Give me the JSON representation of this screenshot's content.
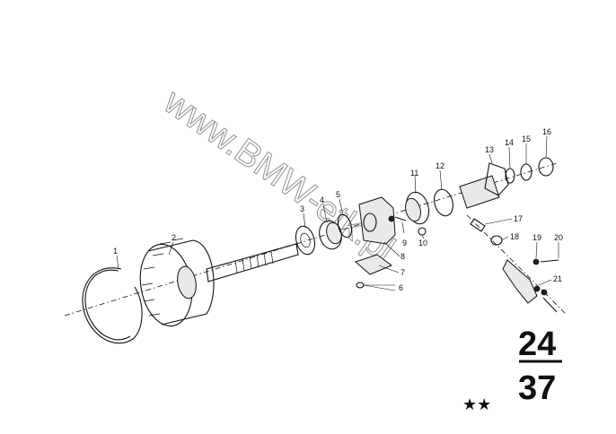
{
  "callouts": [
    "1",
    "2",
    "3",
    "4",
    "5",
    "6",
    "7",
    "8",
    "9",
    "10",
    "11",
    "12",
    "13",
    "14",
    "15",
    "16",
    "17",
    "18",
    "19",
    "20",
    "21"
  ],
  "group_number": {
    "top": "24",
    "bottom": "37"
  },
  "stars": "★★",
  "watermark": "www.BMW-etk.pl"
}
